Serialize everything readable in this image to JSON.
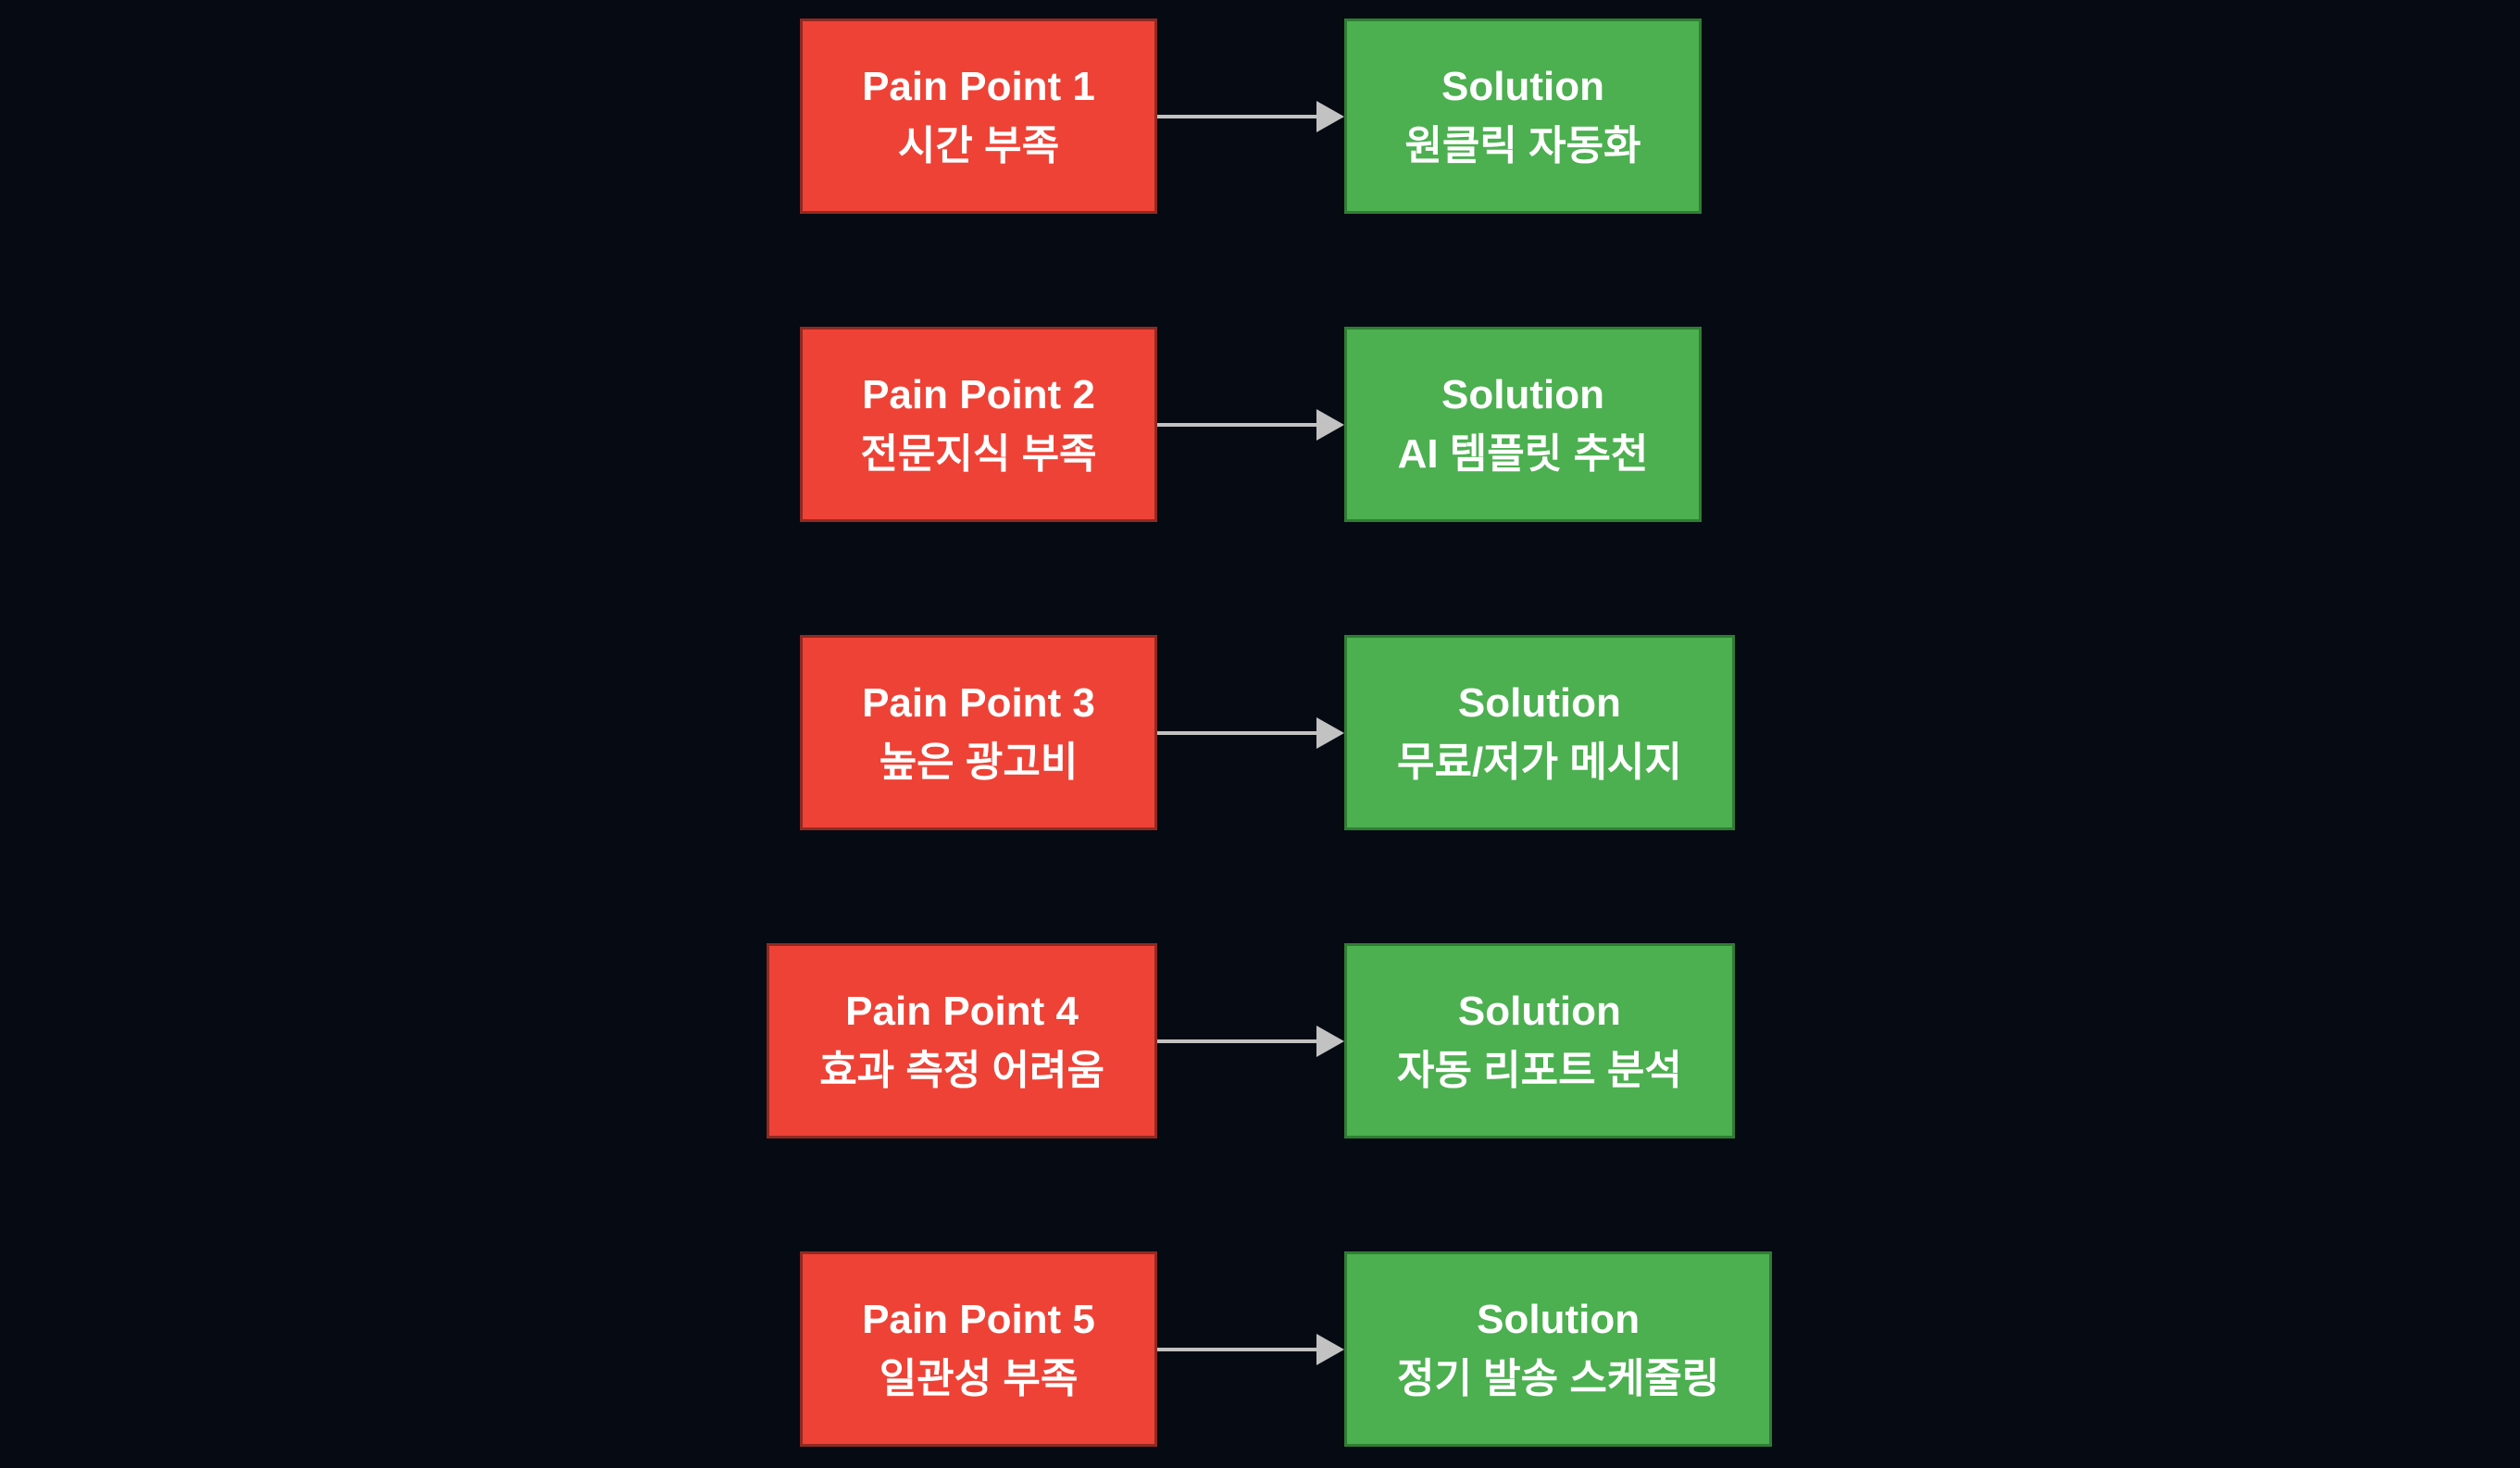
{
  "diagram": {
    "colors": {
      "background": "#050a13",
      "pain_fill": "#ee4236",
      "pain_border": "#8f2a22",
      "solution_fill": "#4caf50",
      "solution_border": "#2f7d33",
      "arrow": "#c2c2c2",
      "text": "#ffffff"
    },
    "rows": [
      {
        "pain": {
          "title": "Pain Point 1",
          "subtitle": "시간 부족"
        },
        "solution": {
          "title": "Solution",
          "subtitle": "원클릭 자동화"
        }
      },
      {
        "pain": {
          "title": "Pain Point 2",
          "subtitle": "전문지식 부족"
        },
        "solution": {
          "title": "Solution",
          "subtitle": "AI 템플릿 추천"
        }
      },
      {
        "pain": {
          "title": "Pain Point 3",
          "subtitle": "높은 광고비"
        },
        "solution": {
          "title": "Solution",
          "subtitle": "무료/저가 메시지"
        }
      },
      {
        "pain": {
          "title": "Pain Point 4",
          "subtitle": "효과 측정 어려움"
        },
        "solution": {
          "title": "Solution",
          "subtitle": "자동 리포트 분석"
        }
      },
      {
        "pain": {
          "title": "Pain Point 5",
          "subtitle": "일관성 부족"
        },
        "solution": {
          "title": "Solution",
          "subtitle": "정기 발송 스케줄링"
        }
      }
    ]
  }
}
